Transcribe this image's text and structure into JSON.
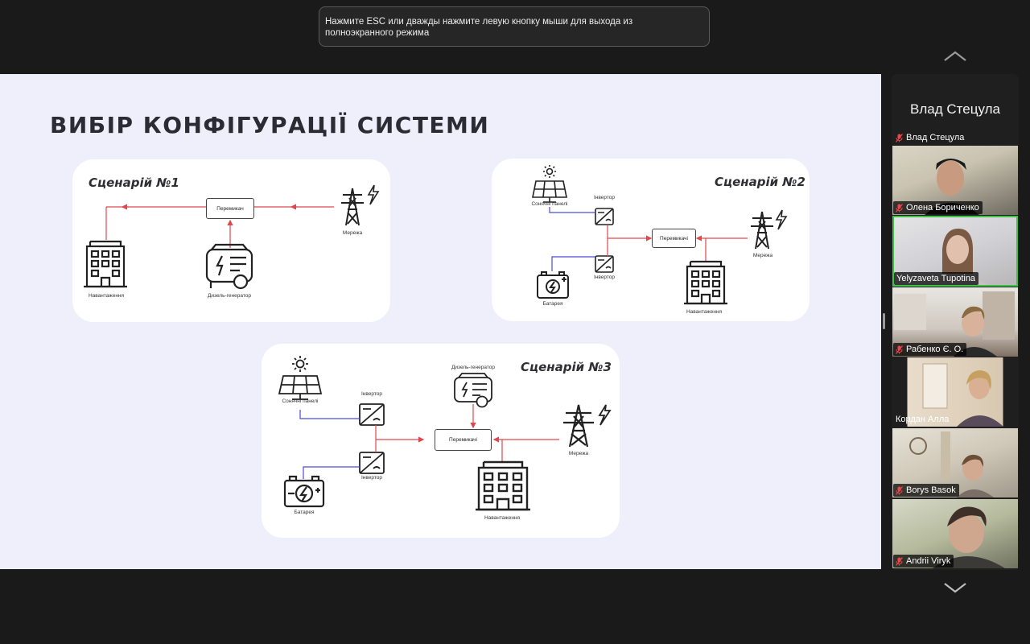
{
  "notification": {
    "text": "Нажмите ESC или дважды нажмите левую кнопку мыши для выхода из полноэкранного режима"
  },
  "slide": {
    "title": "ВИБІР КОНФІГУРАЦІЇ СИСТЕМИ",
    "scenario1": {
      "title": "Сценарій №1",
      "switch": "Перемикач",
      "grid": "Мережа",
      "load": "Навантаження",
      "generator": "Дизель-генератор"
    },
    "scenario2": {
      "title": "Сценарій №2",
      "solar": "Сонячні панелі",
      "inverter_top": "Інвертор",
      "inverter_bottom": "Інвертор",
      "switch": "Перемикачі",
      "grid": "Мережа",
      "battery": "Батарея",
      "load": "Навантаження"
    },
    "scenario3": {
      "title": "Сценарій №3",
      "solar": "Сонячні панелі",
      "inverter_top": "Інвертор",
      "inverter_bottom": "Інвертор",
      "generator": "Дизель-генератор",
      "switch": "Перемикачі",
      "grid": "Мережа",
      "battery": "Батарея",
      "load": "Навантаження"
    }
  },
  "sidebar": {
    "speaker": "Влад Стецула",
    "participants": [
      {
        "name": "Влад Стецула",
        "muted": true
      },
      {
        "name": "Олена Бориченко",
        "muted": true
      },
      {
        "name": "Yelyzaveta Tupotina",
        "muted": false,
        "active": true
      },
      {
        "name": "Рабенко Є. О.",
        "muted": true
      },
      {
        "name": "Кордан Алла",
        "muted": false
      },
      {
        "name": "Borys Basok",
        "muted": true
      },
      {
        "name": "Andrii Viryk",
        "muted": true
      }
    ]
  },
  "colors": {
    "line_red": "#e0474c",
    "line_blue": "#4a4ad8",
    "active_border": "#3fc24a",
    "mic_muted": "#e5484d"
  }
}
